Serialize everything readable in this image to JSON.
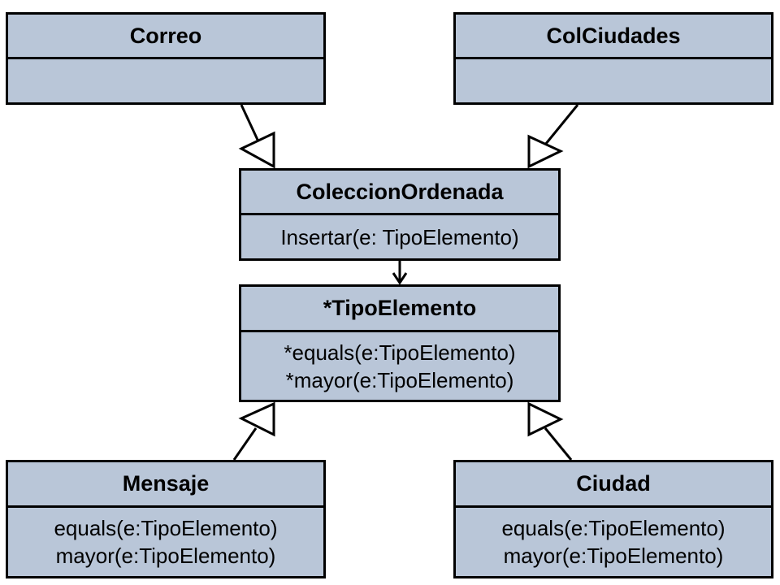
{
  "diagram": {
    "classes": {
      "correo": {
        "name": "Correo",
        "operations": []
      },
      "colciudades": {
        "name": "ColCiudades",
        "operations": []
      },
      "coleccion_ordenada": {
        "name": "ColeccionOrdenada",
        "operations": [
          "Insertar(e: TipoElemento)"
        ]
      },
      "tipo_elemento": {
        "name": "*TipoElemento",
        "operations": [
          "*equals(e:TipoElemento)",
          "*mayor(e:TipoElemento)"
        ]
      },
      "mensaje": {
        "name": "Mensaje",
        "operations": [
          "equals(e:TipoElemento)",
          "mayor(e:TipoElemento)"
        ]
      },
      "ciudad": {
        "name": "Ciudad",
        "operations": [
          "equals(e:TipoElemento)",
          "mayor(e:TipoElemento)"
        ]
      }
    },
    "colors": {
      "class_fill": "#b9c6d8",
      "stroke": "#000000"
    }
  }
}
